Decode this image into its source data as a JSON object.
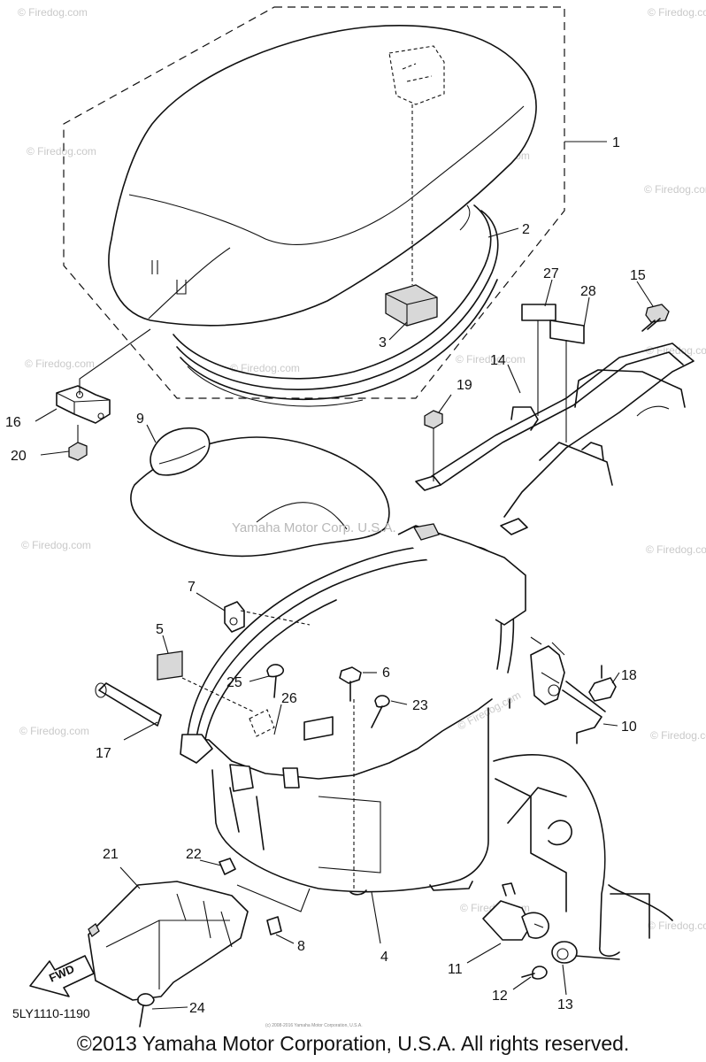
{
  "diagram": {
    "callouts": [
      "1",
      "2",
      "3",
      "4",
      "5",
      "6",
      "7",
      "8",
      "9",
      "10",
      "11",
      "12",
      "13",
      "14",
      "15",
      "16",
      "17",
      "18",
      "19",
      "20",
      "21",
      "22",
      "23",
      "24",
      "25",
      "26",
      "27",
      "28"
    ],
    "fwd_label": "FWD",
    "drawing_code": "5LY1110-1190",
    "owner_watermark": "Yamaha Motor Corp. U.S.A.",
    "site_watermark": "© Firedog.com",
    "small_print": "(c) 2008-2016 Yamaha Motor Corporation, U.S.A."
  },
  "footer": {
    "copyright": "©2013 Yamaha Motor Corporation, U.S.A. All rights reserved."
  },
  "colors": {
    "line": "#111111",
    "watermark": "#c9c9c9",
    "background": "#ffffff"
  }
}
